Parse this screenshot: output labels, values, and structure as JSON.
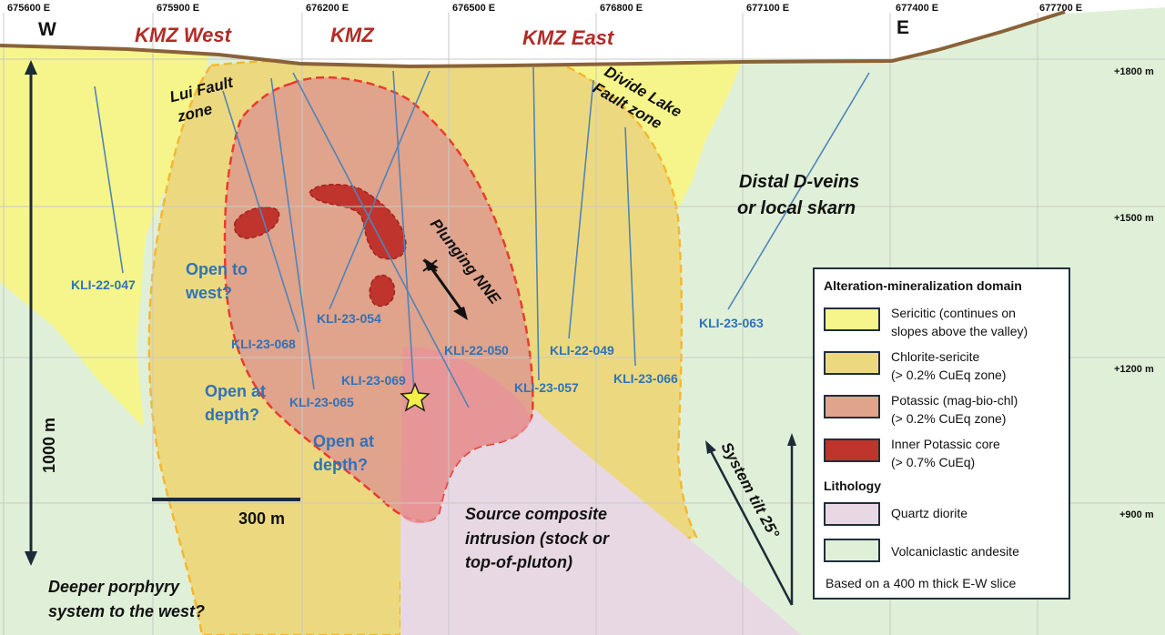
{
  "eastings": [
    "675600 E",
    "675900 E",
    "676200 E",
    "676500 E",
    "676800 E",
    "677100 E",
    "677400 E",
    "677700 E"
  ],
  "elevations": [
    "+1800 m",
    "+1500 m",
    "+1200 m",
    "+900 m"
  ],
  "directions": {
    "west": "W",
    "east": "E"
  },
  "zones": {
    "kmz_west": "KMZ West",
    "kmz": "KMZ",
    "kmz_east": "KMZ East"
  },
  "faults": {
    "lui_line1": "Lui Fault",
    "lui_line2": "zone",
    "divide_line1": "Divide Lake",
    "divide_line2": "Fault zone"
  },
  "drillholes": {
    "kli_22_047": "KLI-22-047",
    "kli_23_054": "KLI-23-054",
    "kli_23_068": "KLI-23-068",
    "kli_23_069": "KLI-23-069",
    "kli_23_065": "KLI-23-065",
    "kli_22_050": "KLI-22-050",
    "kli_22_049": "KLI-22-049",
    "kli_23_057": "KLI-23-057",
    "kli_23_066": "KLI-23-066",
    "kli_23_063": "KLI-23-063"
  },
  "annotations": {
    "open_west_1": "Open to",
    "open_west_2": "west?",
    "open_depth_a1": "Open at",
    "open_depth_a2": "depth?",
    "open_depth_b1": "Open at",
    "open_depth_b2": "depth?",
    "plunging": "Plunging NNE",
    "distal_1": "Distal D-veins",
    "distal_2": "or local skarn",
    "source_1": "Source composite",
    "source_2": "intrusion (stock or",
    "source_3": "top-of-pluton)",
    "deeper_1": "Deeper porphyry",
    "deeper_2": "system to the west?",
    "system_tilt": "System tilt 25°",
    "vertical_scale": "1000 m",
    "horizontal_scale": "300 m"
  },
  "legend": {
    "title_alteration": "Alteration-mineralization domain",
    "title_lithology": "Lithology",
    "items": [
      {
        "line1": "Sericitic (continues on",
        "line2": "slopes above the valley)",
        "color": "#f5f58c"
      },
      {
        "line1": "Chlorite-sericite",
        "line2": "(> 0.2% CuEq zone)",
        "color": "#ecd97f"
      },
      {
        "line1": "Potassic (mag-bio-chl)",
        "line2": "(> 0.2% CuEq zone)",
        "color": "#e0a38c"
      },
      {
        "line1": "Inner Potassic core",
        "line2": "(> 0.7% CuEq)",
        "color": "#c0342e"
      }
    ],
    "lithology": [
      {
        "label": "Quartz diorite",
        "color": "#e8d8e3"
      },
      {
        "label": "Volcaniclastic andesite",
        "color": "#e0f0d8"
      }
    ],
    "footnote": "Based on a 400 m thick E-W slice"
  },
  "colors": {
    "volcaniclastic": "#e0f0d8",
    "sericitic": "#f5f58c",
    "chlorite_sericite": "#ecd97f",
    "potassic": "#e0a38c",
    "inner_core": "#c0342e",
    "quartz_diorite": "#e8d8e3",
    "intrusion_top": "#e8929a",
    "topography": "#8a6238",
    "zone_label": "#b32b26",
    "drillhole": "#4f84b8"
  }
}
